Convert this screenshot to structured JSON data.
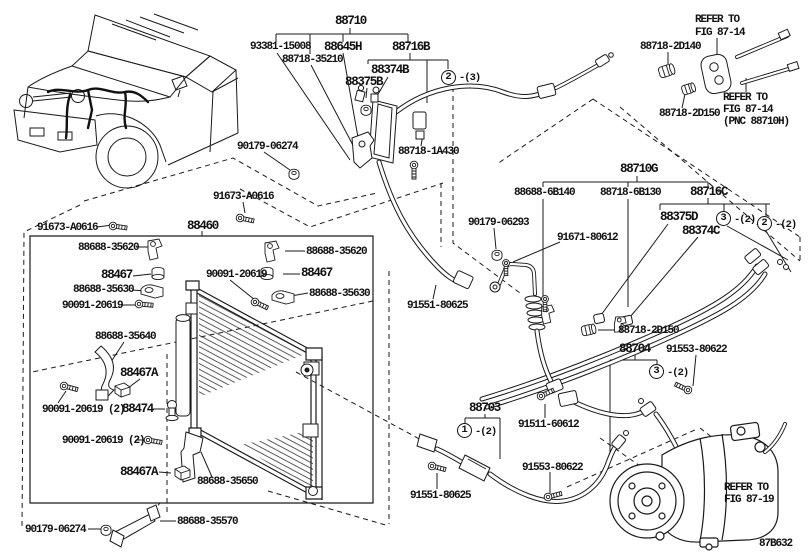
{
  "diagram": {
    "title_part": "88710",
    "figure_code": "87B632",
    "parts": {
      "p88710": "88710",
      "p93381_15008": "93381-15008",
      "p88645h": "88645H",
      "p88716b": "88716B",
      "p88718_35210": "88718-35210",
      "p88374b": "88374B",
      "p88375b": "88375B",
      "p88718_2d140": "88718-2D140",
      "p88718_2d150": "88718-2D150",
      "p90179_06274": "90179-06274",
      "p88718_1a430": "88718-1A430",
      "p88710g": "88710G",
      "p88688_6b140": "88688-6B140",
      "p88718_6b130": "88718-6B130",
      "p88716c": "88716C",
      "p88375d": "88375D",
      "p88374c": "88374C",
      "p91673_a0616": "91673-A0616",
      "p88460": "88460",
      "p88688_35620": "88688-35620",
      "p88467": "88467",
      "p90091_20619": "90091-20619",
      "p90091_20619_x2": "90091-20619 (2)",
      "p88688_35630": "88688-35630",
      "p90179_06293": "90179-06293",
      "p91671_80612": "91671-80612",
      "p91551_80625": "91551-80625",
      "p88704": "88704",
      "p91553_80622": "91553-80622",
      "p88688_35640": "88688-35640",
      "p88467a": "88467A",
      "p88474": "88474",
      "p88703": "88703",
      "p91511_60612": "91511-60612",
      "p88688_35650": "88688-35650",
      "p88688_35570": "88688-35570"
    },
    "refer": {
      "refer_to": "REFER TO",
      "fig_87_14": "FIG 87-14",
      "pnc_88710h": "(PNC 88710H)",
      "fig_87_19": "FIG 87-19"
    },
    "callouts": {
      "one": "1",
      "two": "2",
      "three": "3"
    },
    "qty": {
      "two": "-(2)",
      "three": "-(3)"
    }
  }
}
